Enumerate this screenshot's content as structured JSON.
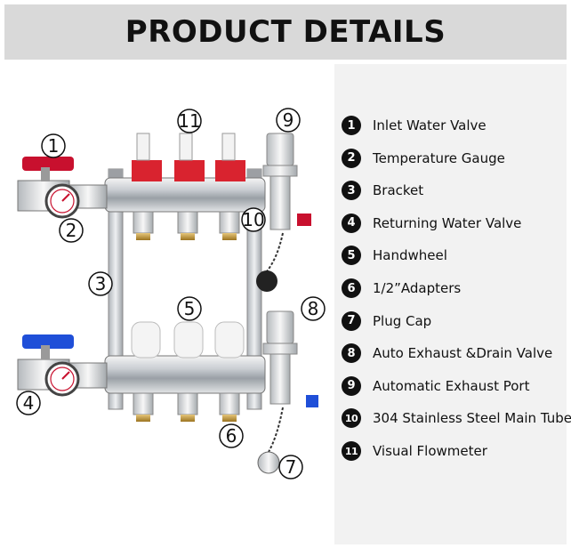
{
  "header": {
    "title": "PRODUCT DETAILS"
  },
  "diagram": {
    "callouts": [
      "1",
      "2",
      "3",
      "4",
      "5",
      "6",
      "7",
      "8",
      "9",
      "10",
      "11"
    ]
  },
  "legend": {
    "items": [
      {
        "number": "1",
        "label": "Inlet Water Valve"
      },
      {
        "number": "2",
        "label": "Temperature Gauge"
      },
      {
        "number": "3",
        "label": "Bracket"
      },
      {
        "number": "4",
        "label": "Returning Water Valve"
      },
      {
        "number": "5",
        "label": "Handwheel"
      },
      {
        "number": "6",
        "label": "1/2”Adapters"
      },
      {
        "number": "7",
        "label": "Plug Cap"
      },
      {
        "number": "8",
        "label": "Auto Exhaust &Drain Valve"
      },
      {
        "number": "9",
        "label": "Automatic Exhaust Port"
      },
      {
        "number": "10",
        "label": "304 Stainless Steel Main Tube"
      },
      {
        "number": "11",
        "label": "Visual Flowmeter"
      }
    ]
  },
  "colors": {
    "header_bg": "#d9d9d9",
    "panel_bg": "#f2f2f2",
    "red_handle": "#c8102e",
    "blue_handle": "#1f4fd8",
    "brass": "#b8923a"
  }
}
